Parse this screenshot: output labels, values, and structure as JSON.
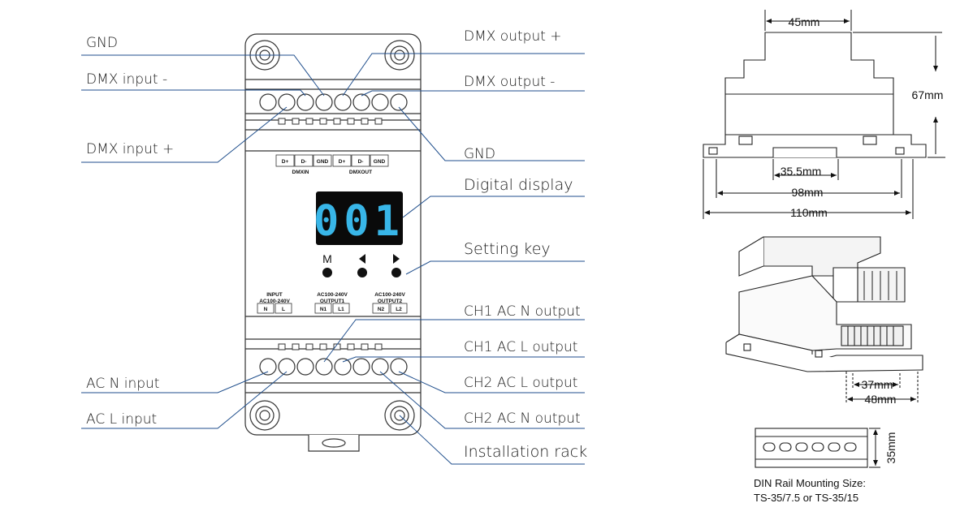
{
  "labels": {
    "gnd_top": "GND",
    "dmx_input_minus": "DMX input -",
    "dmx_input_plus": "DMX input +",
    "dmx_output_plus": "DMX output +",
    "dmx_output_minus": "DMX output -",
    "gnd_right": "GND",
    "digital_display": "Digital display",
    "setting_key": "Setting key",
    "ch1_n_output": "CH1 AC N output",
    "ch1_l_output": "CH1 AC L output",
    "ch2_l_output": "CH2 AC L output",
    "ch2_n_output": "CH2 AC N output",
    "installation_rack": "Installation rack",
    "ac_n_input": "AC N input",
    "ac_l_input": "AC L input"
  },
  "device": {
    "display_value": "001",
    "key_m": "M",
    "terminals_top": [
      "D+",
      "D-",
      "GND",
      "D+",
      "D-",
      "GND"
    ],
    "dmx_in": "DMXIN",
    "dmx_out": "DMXOUT",
    "input_title": "INPUT",
    "input_voltage": "AC100-240V",
    "input_terms": [
      "N",
      "L"
    ],
    "out1_voltage": "AC100-240V",
    "out1_title": "OUTPUT1",
    "out1_terms": [
      "N1",
      "L1"
    ],
    "out2_voltage": "AC100-240V",
    "out2_title": "OUTPUT2",
    "out2_terms": [
      "N2",
      "L2"
    ]
  },
  "dimensions": {
    "width_top": "45mm",
    "height": "67mm",
    "rail_inner": "35.5mm",
    "body_width": "98mm",
    "total_width": "110mm",
    "base_37": "37mm",
    "base_48": "48mm",
    "rail_height": "35mm"
  },
  "rail_note": {
    "line1": "DIN Rail Mounting Size:",
    "line2": "TS-35/7.5 or TS-35/15"
  },
  "colors": {
    "display_bg": "#0a0a0a",
    "display_digits": "#38b6e8",
    "leader_line": "#1f4e8c"
  }
}
